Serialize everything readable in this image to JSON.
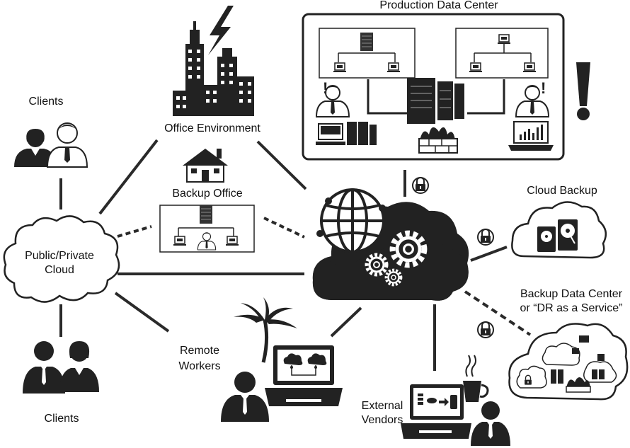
{
  "labels": {
    "production": "Production Data Center",
    "office": "Office Environment",
    "backup_office": "Backup Office",
    "clients_top": "Clients",
    "clients_bottom": "Clients",
    "cloud_public_1": "Public/Private",
    "cloud_public_2": "Cloud",
    "cloud_backup": "Cloud Backup",
    "dr_line1": "Backup Data Center",
    "dr_line2": "or “DR as a Service”",
    "remote_1": "Remote",
    "remote_2": "Workers",
    "vendors_1": "External",
    "vendors_2": "Vendors"
  },
  "icons": [
    "lightning-icon",
    "office-building-icon",
    "house-icon",
    "server-rack-icon",
    "user-icon",
    "workstation-icon",
    "firewall-icon",
    "chart-monitor-icon",
    "exclamation-icon",
    "globe-icon",
    "gear-icon",
    "lock-icon",
    "hard-drive-icon",
    "laptop-icon",
    "palm-tree-icon",
    "coffee-cup-icon",
    "cloud-icon"
  ],
  "colors": {
    "ink": "#222222",
    "line": "#2a2a2a",
    "accent": "#555555"
  }
}
